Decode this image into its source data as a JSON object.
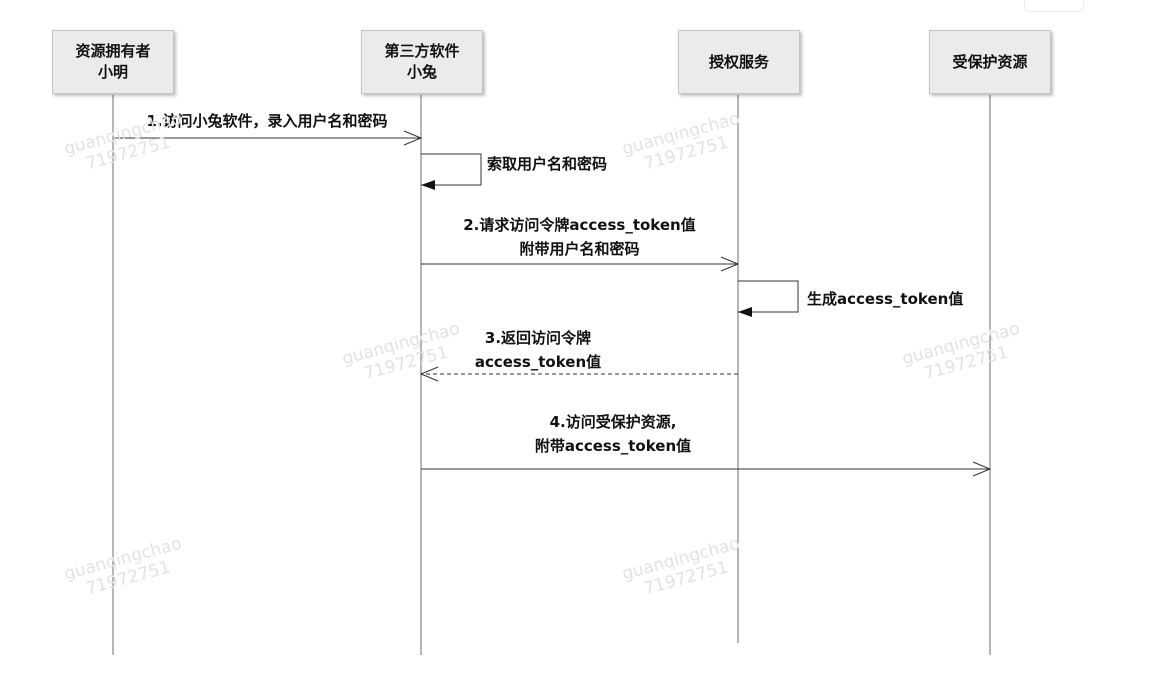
{
  "participants": [
    {
      "line1": "资源拥有者",
      "line2": "小明"
    },
    {
      "line1": "第三方软件",
      "line2": "小兔"
    },
    {
      "line1": "授权服务",
      "line2": ""
    },
    {
      "line1": "受保护资源",
      "line2": ""
    }
  ],
  "messages": [
    {
      "step": 1,
      "from": "资源拥有者",
      "to": "第三方软件",
      "style": "solid",
      "label": "1.访问小兔软件，录入用户名和密码"
    },
    {
      "step": 2,
      "from": "第三方软件",
      "to": "第三方软件",
      "style": "self",
      "label": "索取用户名和密码"
    },
    {
      "step": 3,
      "from": "第三方软件",
      "to": "授权服务",
      "style": "solid",
      "line1": "2.请求访问令牌access_token值",
      "line2": "附带用户名和密码"
    },
    {
      "step": 4,
      "from": "授权服务",
      "to": "授权服务",
      "style": "self",
      "label": "生成access_token值"
    },
    {
      "step": 5,
      "from": "授权服务",
      "to": "第三方软件",
      "style": "dashed",
      "line1": "3.返回访问令牌",
      "line2": "access_token值"
    },
    {
      "step": 6,
      "from": "第三方软件",
      "to": "受保护资源",
      "style": "solid",
      "line1": "4.访问受保护资源,",
      "line2": "附带access_token值"
    }
  ],
  "watermark": {
    "line1": "guanqingchao",
    "line2": "71972751"
  }
}
